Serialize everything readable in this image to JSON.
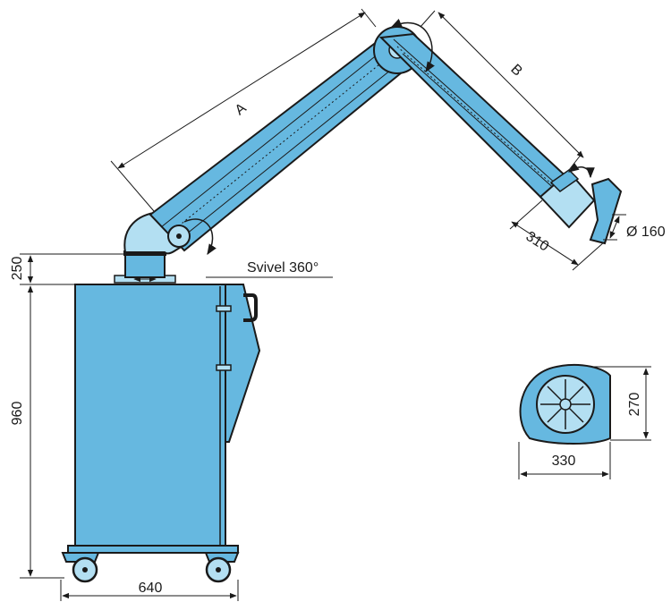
{
  "diagram": {
    "colors": {
      "body": "#66b8e0",
      "light": "#b3dff2",
      "line": "#1a1a1a",
      "background": "#ffffff"
    },
    "labels": {
      "arm_a": "A",
      "arm_b": "B",
      "hood_length": "310",
      "hood_diameter": "Ø 160",
      "swivel": "Svivel 360°",
      "top_height": "250",
      "cabinet_height": "960",
      "cabinet_width": "640",
      "hood_width": "330",
      "hood_height": "270"
    }
  }
}
